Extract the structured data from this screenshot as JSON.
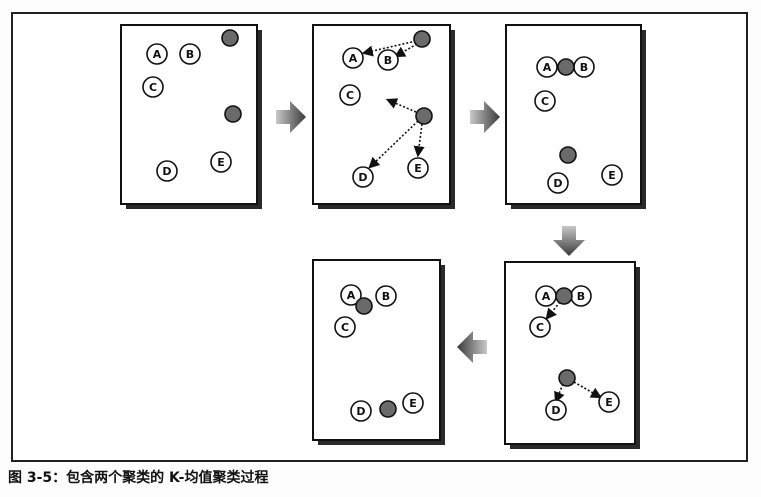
{
  "caption": "图 3-5：包含两个聚类的 K-均值聚类过程",
  "colors": {
    "centroid": "#6a6a6a",
    "stroke": "#111111",
    "arrow": "#555555"
  },
  "panels": [
    {
      "id": "step-1",
      "items": [
        {
          "label": "A",
          "type": "item"
        },
        {
          "label": "B",
          "type": "item"
        },
        {
          "label": "C",
          "type": "item"
        },
        {
          "label": "D",
          "type": "item"
        },
        {
          "label": "E",
          "type": "item"
        }
      ],
      "centroids": 2
    },
    {
      "id": "step-2",
      "items": [
        {
          "label": "A",
          "type": "item"
        },
        {
          "label": "B",
          "type": "item"
        },
        {
          "label": "C",
          "type": "item"
        },
        {
          "label": "D",
          "type": "item"
        },
        {
          "label": "E",
          "type": "item"
        }
      ],
      "centroids": 2,
      "assignments": [
        {
          "from": "centroid-1",
          "to": [
            "A",
            "B"
          ]
        },
        {
          "from": "centroid-2",
          "to": [
            "C",
            "D",
            "E"
          ]
        }
      ]
    },
    {
      "id": "step-3",
      "items": [
        {
          "label": "A",
          "type": "item"
        },
        {
          "label": "B",
          "type": "item"
        },
        {
          "label": "C",
          "type": "item"
        },
        {
          "label": "D",
          "type": "item"
        },
        {
          "label": "E",
          "type": "item"
        }
      ],
      "centroids": 2
    },
    {
      "id": "step-4",
      "items": [
        {
          "label": "A",
          "type": "item"
        },
        {
          "label": "B",
          "type": "item"
        },
        {
          "label": "C",
          "type": "item"
        },
        {
          "label": "D",
          "type": "item"
        },
        {
          "label": "E",
          "type": "item"
        }
      ],
      "centroids": 2,
      "assignments": [
        {
          "from": "centroid-1",
          "to": [
            "C"
          ]
        },
        {
          "from": "centroid-2",
          "to": [
            "D",
            "E"
          ]
        }
      ]
    },
    {
      "id": "step-5",
      "items": [
        {
          "label": "A",
          "type": "item"
        },
        {
          "label": "B",
          "type": "item"
        },
        {
          "label": "C",
          "type": "item"
        },
        {
          "label": "D",
          "type": "item"
        },
        {
          "label": "E",
          "type": "item"
        }
      ],
      "centroids": 2
    }
  ]
}
